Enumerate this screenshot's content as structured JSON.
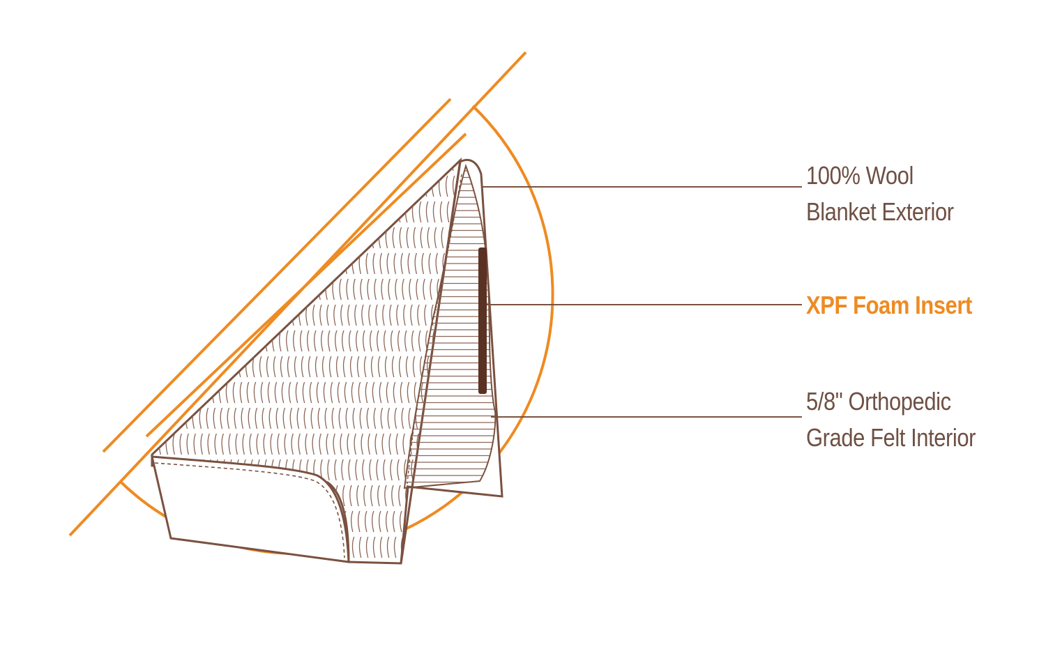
{
  "colors": {
    "accent": "#EE8B22",
    "outline": "#7A5140",
    "label": "#6E5044",
    "hatch": "#8A6656",
    "foam": "#5A3224"
  },
  "labels": [
    {
      "id": "wool",
      "lines": [
        "100% Wool",
        "Blanket Exterior"
      ],
      "highlight": false
    },
    {
      "id": "foam",
      "lines": [
        "XPF Foam Insert"
      ],
      "highlight": true
    },
    {
      "id": "felt",
      "lines": [
        "5/8\" Orthopedic",
        "Grade Felt Interior"
      ],
      "highlight": false
    }
  ]
}
